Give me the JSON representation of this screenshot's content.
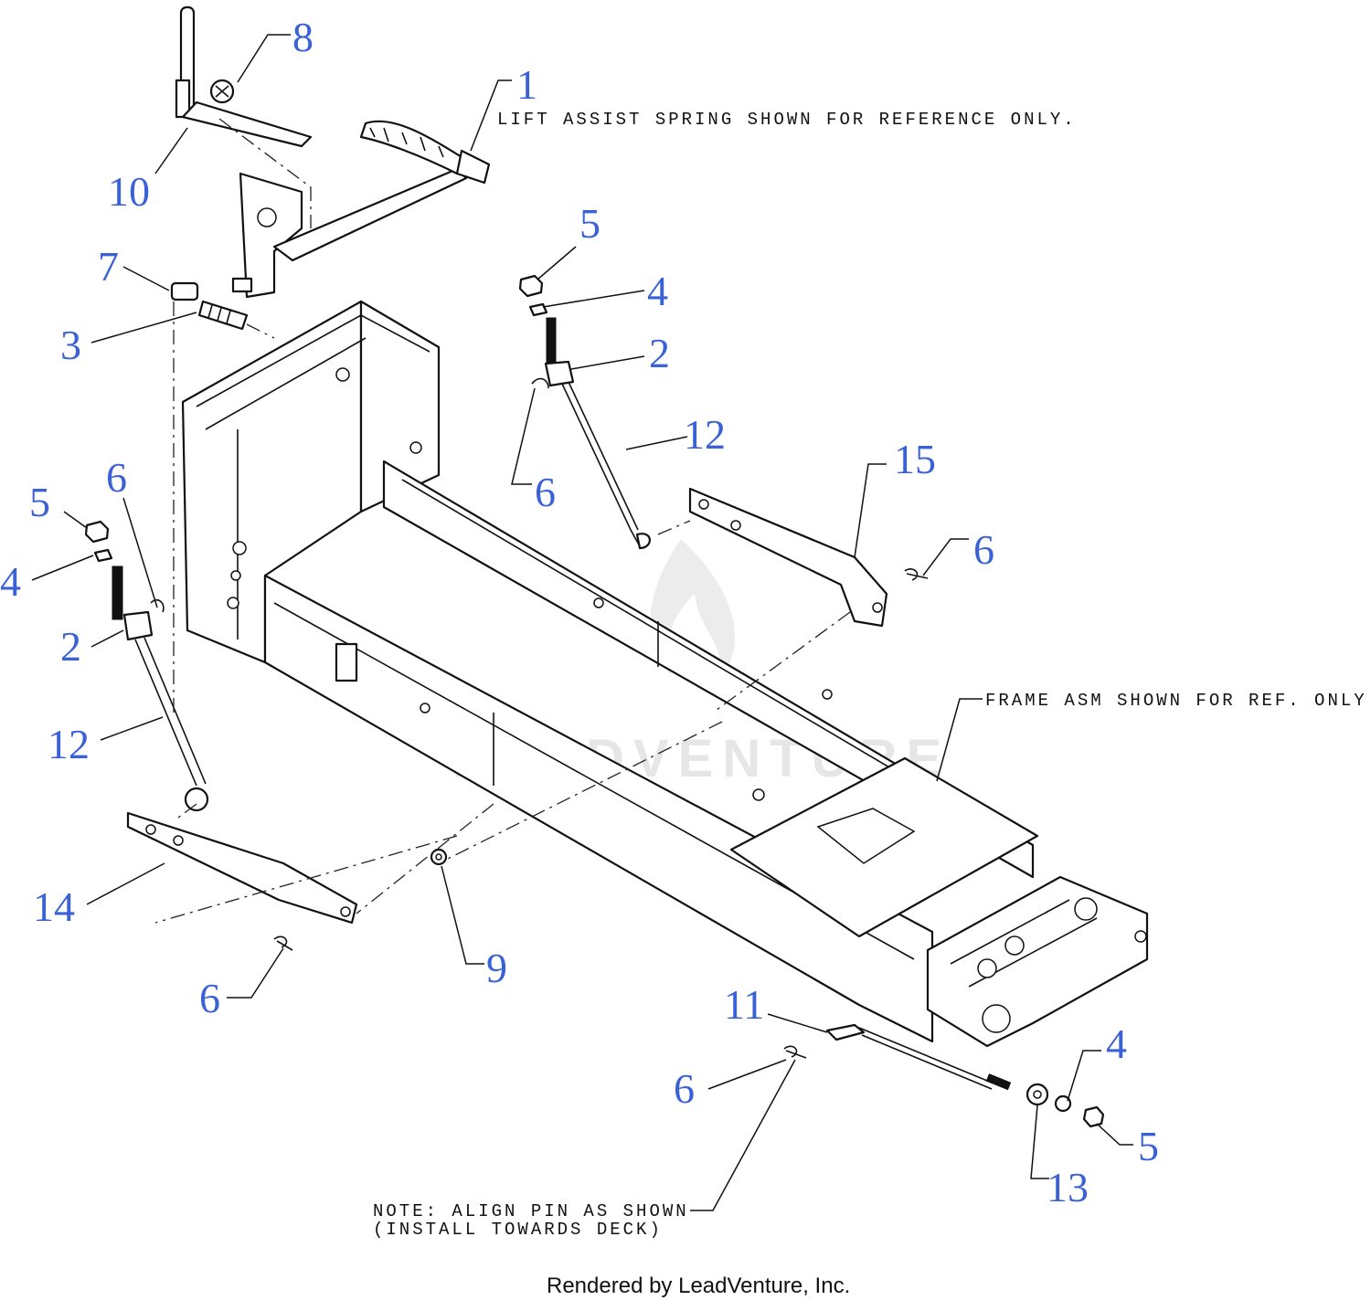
{
  "callouts": {
    "c1": "1",
    "c2a": "2",
    "c2b": "2",
    "c3": "3",
    "c4a": "4",
    "c4b": "4",
    "c4c": "4",
    "c5a": "5",
    "c5b": "5",
    "c5c": "5",
    "c6a": "6",
    "c6b": "6",
    "c6c": "6",
    "c6d": "6",
    "c6e": "6",
    "c7": "7",
    "c8": "8",
    "c9": "9",
    "c10": "10",
    "c11": "11",
    "c12a": "12",
    "c12b": "12",
    "c13": "13",
    "c14": "14",
    "c15": "15"
  },
  "notes": {
    "lift_assist": "LIFT ASSIST SPRING SHOWN FOR REFERENCE ONLY.",
    "frame_asm": "FRAME ASM SHOWN FOR REF. ONLY",
    "align_pin_line1": "NOTE: ALIGN PIN AS SHOWN",
    "align_pin_line2": "(INSTALL TOWARDS DECK)"
  },
  "watermark": "LEADVENTURE",
  "footer": "Rendered by LeadVenture, Inc."
}
